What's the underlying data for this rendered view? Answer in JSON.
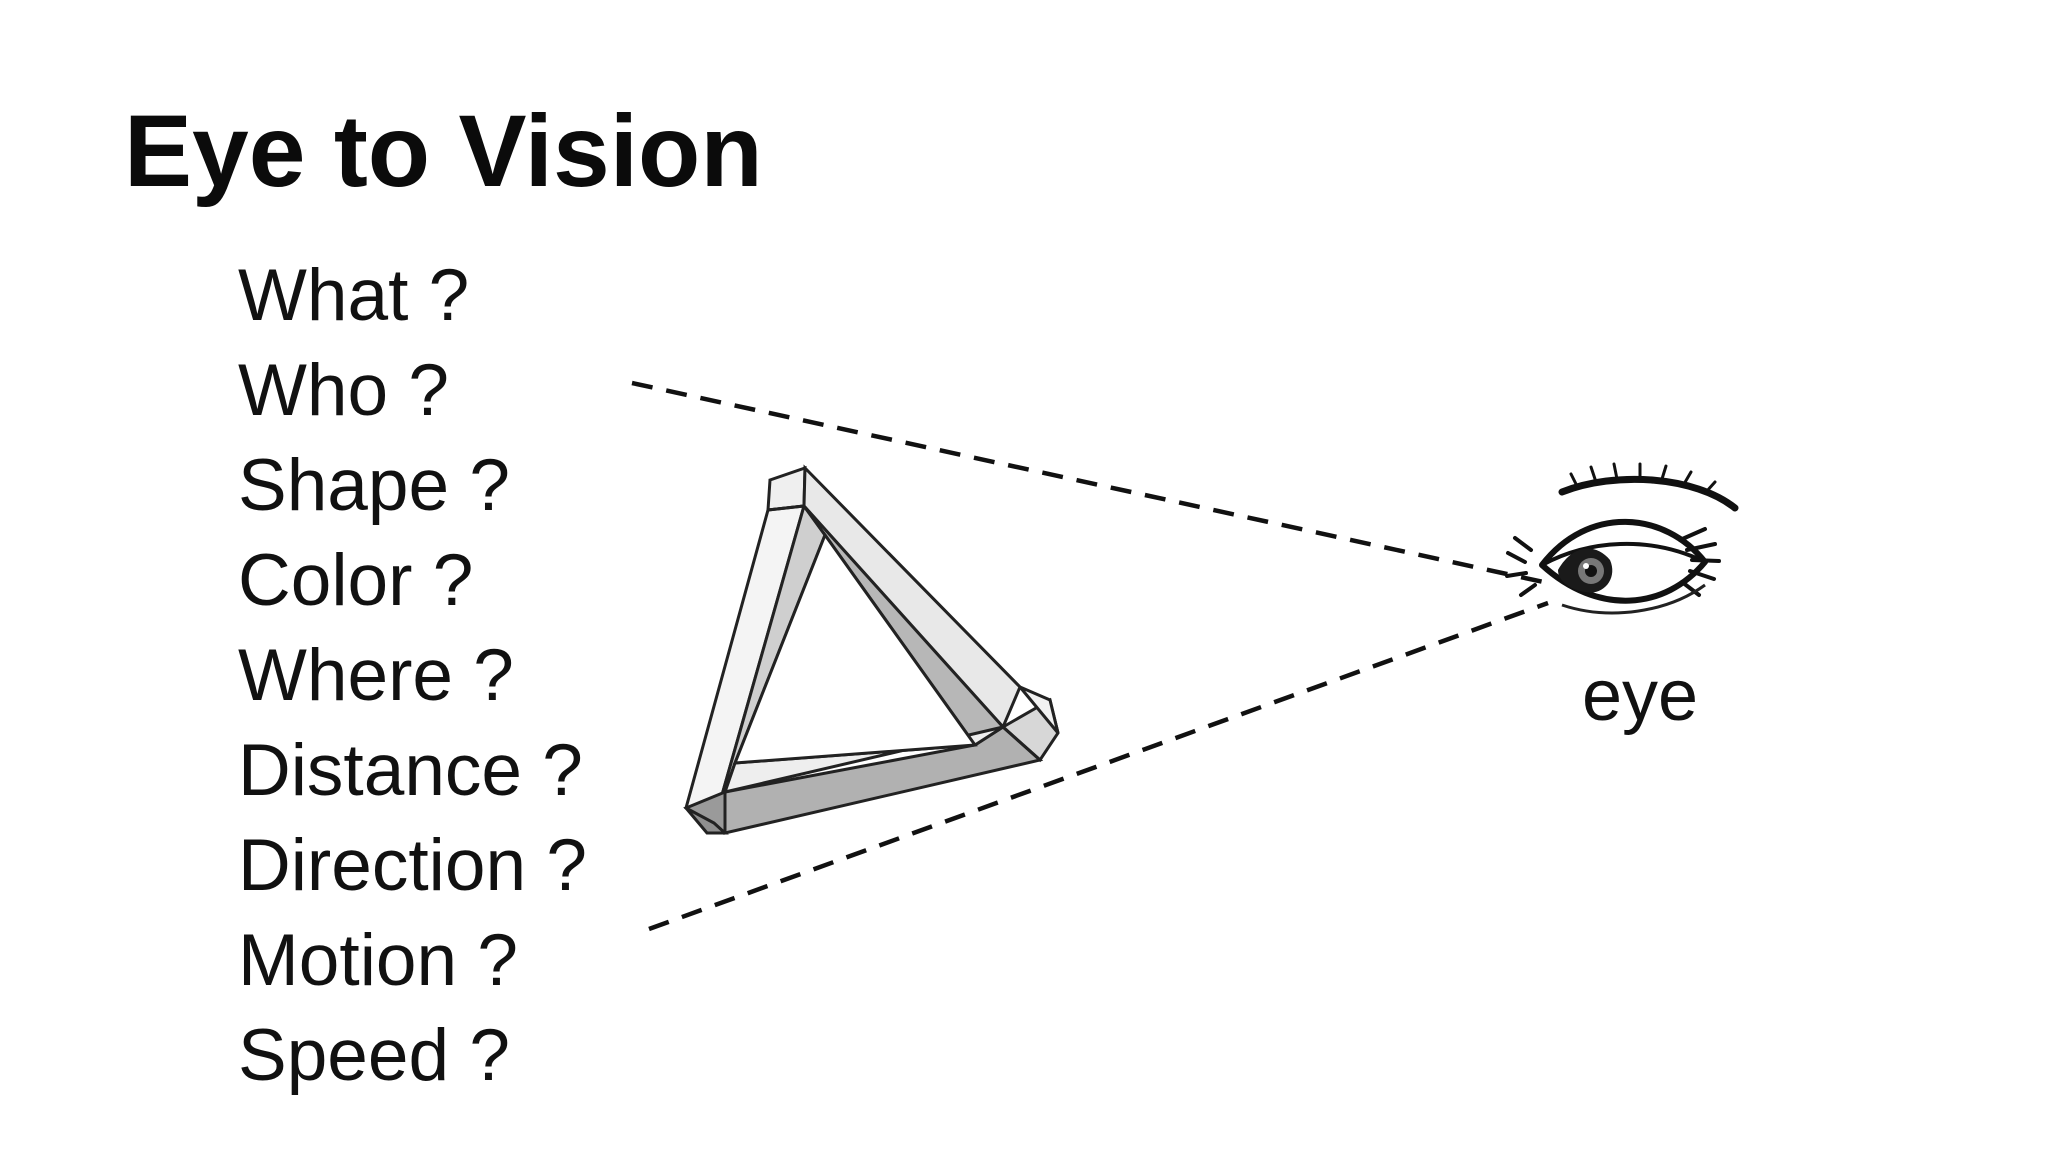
{
  "slide": {
    "title": "Eye to Vision",
    "questions": [
      "What ?",
      "Who ?",
      "Shape ?",
      "Color ?",
      "Where ?",
      "Distance ?",
      "Direction ?",
      "Motion ?",
      "Speed ?"
    ],
    "eye_label": "eye"
  },
  "illustrations": {
    "object": "impossible-triangle-icon",
    "viewer": "eye-icon",
    "line_style": "dashed"
  },
  "colors": {
    "background": "#ffffff",
    "text": "#111111",
    "triangle_light": "#f2f2f2",
    "triangle_mid": "#c8c8c8",
    "triangle_dark": "#8f8f8f"
  }
}
